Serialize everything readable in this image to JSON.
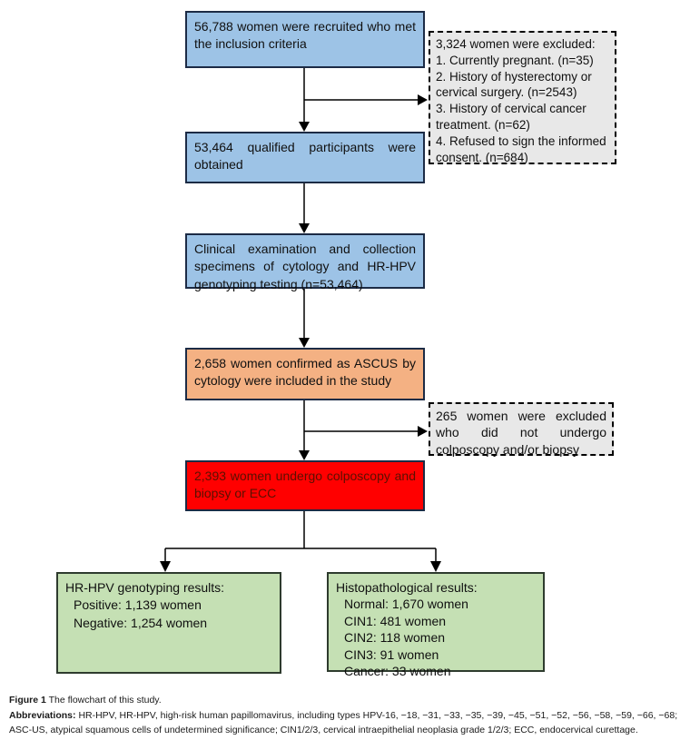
{
  "flowchart": {
    "boxes": {
      "recruited": {
        "text": "56,788 women were recruited who met the inclusion criteria"
      },
      "excluded1": {
        "title": "3,324 women were excluded:",
        "items": [
          "1. Currently pregnant. (n=35)",
          "2. History of hysterectomy or cervical surgery. (n=2543)",
          "3. History of cervical cancer treatment. (n=62)",
          "4. Refused to sign the informed consent. (n=684)"
        ]
      },
      "qualified": {
        "text": "53,464 qualified participants were obtained"
      },
      "clinical": {
        "text": "Clinical examination and collection specimens of cytology and HR-HPV genotyping testing (n=53,464)"
      },
      "ascus": {
        "text": "2,658 women confirmed as ASCUS by cytology were included in the study"
      },
      "excluded2": {
        "text": "265 women were excluded who did not undergo colposcopy and/or biopsy"
      },
      "colposcopy": {
        "text": "2,393 women undergo colposcopy and biopsy or ECC"
      },
      "hpv_results": {
        "title": "HR-HPV genotyping results:",
        "items": [
          "Positive: 1,139 women",
          "Negative: 1,254 women"
        ]
      },
      "histo_results": {
        "title": "Histopathological results:",
        "items": [
          "Normal: 1,670 women",
          "CIN1: 481 women",
          "CIN2: 118 women",
          "CIN3: 91 women",
          "Cancer: 33 women"
        ]
      }
    },
    "colors": {
      "blue_fill": "#9DC3E6",
      "orange_fill": "#F4B183",
      "red_fill": "#FF0000",
      "green_fill": "#C5E0B4",
      "gray_fill": "#E8E8E8",
      "box_border": "#1c2b45",
      "arrow": "#000000"
    }
  },
  "caption": {
    "figure_label": "Figure 1",
    "figure_text": "The flowchart of this study.",
    "abbreviations_label": "Abbreviations:",
    "abbreviations_text": "HR-HPV, HR-HPV, high-risk human papillomavirus, including types HPV-16, −18, −31, −33, −35, −39, −45, −51, −52, −56, −58, −59, −66, −68; ASC-US, atypical squamous cells of undetermined significance; CIN1/2/3, cervical intraepithelial neoplasia grade 1/2/3; ECC, endocervical curettage."
  }
}
